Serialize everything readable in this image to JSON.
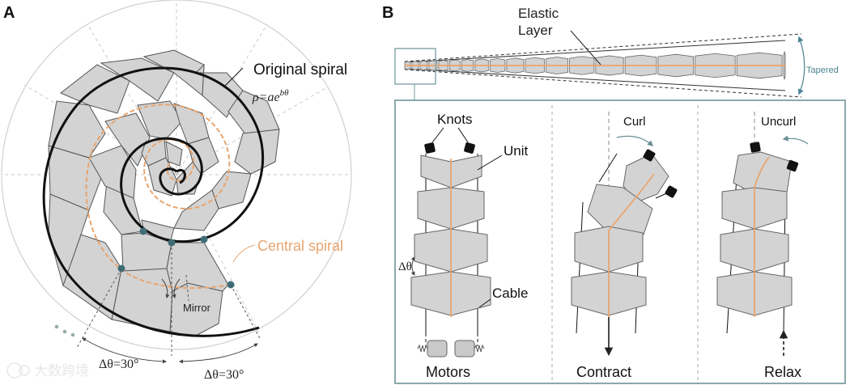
{
  "panel_a": {
    "label": "A",
    "original_spiral_label": "Original spiral",
    "equation": "ρ=ae",
    "equation_exponent": "bθ",
    "central_spiral_label": "Central spiral",
    "mirror_label": "Mirror",
    "delta_theta_1": "Δθ=30°",
    "delta_theta_2": "Δθ=30°"
  },
  "panel_b": {
    "label": "B",
    "elastic_label_line1": "Elastic",
    "elastic_label_line2": "Layer",
    "tapered_label": "Tapered",
    "knots_label": "Knots",
    "unit_label": "Unit",
    "delta_theta_label": "Δθ",
    "cable_label": "Cable",
    "motors_label": "Motors",
    "curl_label": "Curl",
    "contract_label": "Contract",
    "uncurl_label": "Uncurl",
    "relax_label": "Relax"
  },
  "watermark": "大数跨境",
  "colors": {
    "unit_fill": "#d3d3d3",
    "unit_stroke": "#555555",
    "central_spiral": "#e8a56f",
    "joint_dot": "#3f6e78",
    "frame_teal": "#8aa9ac",
    "tapered_arrow": "#4a8391"
  }
}
